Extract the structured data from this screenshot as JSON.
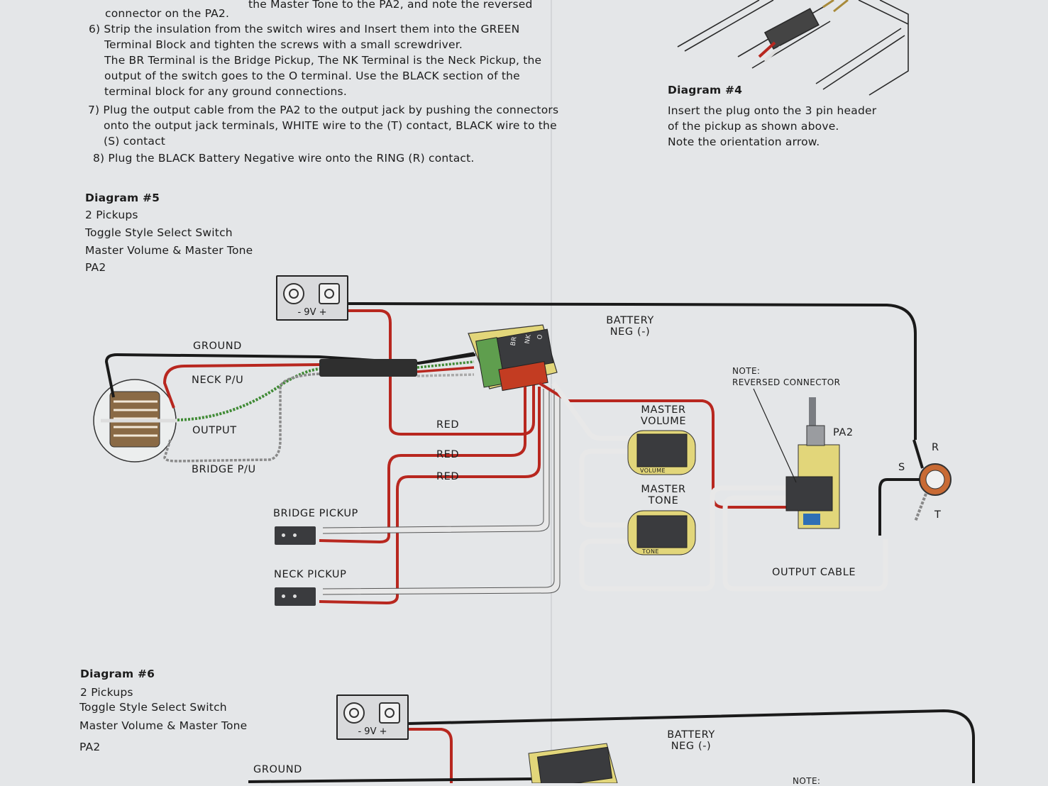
{
  "instructions": {
    "line0": "connector on the PA2.",
    "line0_fragment": "the Master Tone to the PA2, and note the reversed",
    "step6_a": "6) Strip the insulation from the switch wires and Insert them into the GREEN",
    "step6_b": "Terminal Block and tighten the screws with a small screwdriver.",
    "step6_c": "The BR Terminal is the Bridge Pickup, The NK Terminal is the Neck Pickup, the",
    "step6_d": "output of the switch goes to the O terminal. Use the BLACK section of the",
    "step6_e": "terminal block for any ground connections.",
    "step7_a": "7) Plug the output cable from the PA2 to the output jack by pushing the connectors",
    "step7_b": "onto the output jack terminals, WHITE wire to the (T) contact, BLACK wire to the",
    "step7_c": "(S) contact",
    "step8": "8) Plug the BLACK Battery Negative wire onto the RING (R) contact."
  },
  "diagram4": {
    "title": "Diagram #4",
    "line1": "Insert the plug onto the 3 pin header",
    "line2": "of the pickup as shown above.",
    "line3": "Note the orientation arrow."
  },
  "diagram5": {
    "title": "Diagram #5",
    "line1": "2 Pickups",
    "line2": "Toggle Style Select Switch",
    "line3": "Master Volume & Master Tone",
    "line4": "PA2",
    "labels": {
      "battery": "- 9V +",
      "battery_neg_1": "BATTERY",
      "battery_neg_2": "NEG (-)",
      "ground": "GROUND",
      "neck_pu": "NECK P/U",
      "output": "OUTPUT",
      "bridge_pu": "BRIDGE P/U",
      "red1": "RED",
      "red2": "RED",
      "red3": "RED",
      "bridge_pickup": "BRIDGE PICKUP",
      "neck_pickup": "NECK PICKUP",
      "master_volume_1": "MASTER",
      "master_volume_2": "VOLUME",
      "master_tone_1": "MASTER",
      "master_tone_2": "TONE",
      "note_1": "NOTE:",
      "note_2": "REVERSED CONNECTOR",
      "pa2": "PA2",
      "jack_r": "R",
      "jack_s": "S",
      "jack_t": "T",
      "output_cable": "OUTPUT CABLE",
      "term_br": "BR",
      "term_nk": "NK",
      "term_o": "O",
      "volume_board": "VOLUME",
      "tone_board": "TONE"
    }
  },
  "diagram6": {
    "title": "Diagram #6",
    "line1": "2 Pickups",
    "line2": "Toggle Style Select Switch",
    "line3": "Master Volume & Master Tone",
    "line4": "PA2",
    "labels": {
      "battery": "- 9V +",
      "battery_neg_1": "BATTERY",
      "battery_neg_2": "NEG (-)",
      "ground": "GROUND",
      "note": "NOTE:"
    }
  },
  "colors": {
    "wire_red": "#b8271f",
    "wire_black": "#1a1a1a",
    "wire_green": "#3f8a34",
    "board_yellow": "#e2d67a",
    "terminal_green": "#5f9e4e"
  }
}
